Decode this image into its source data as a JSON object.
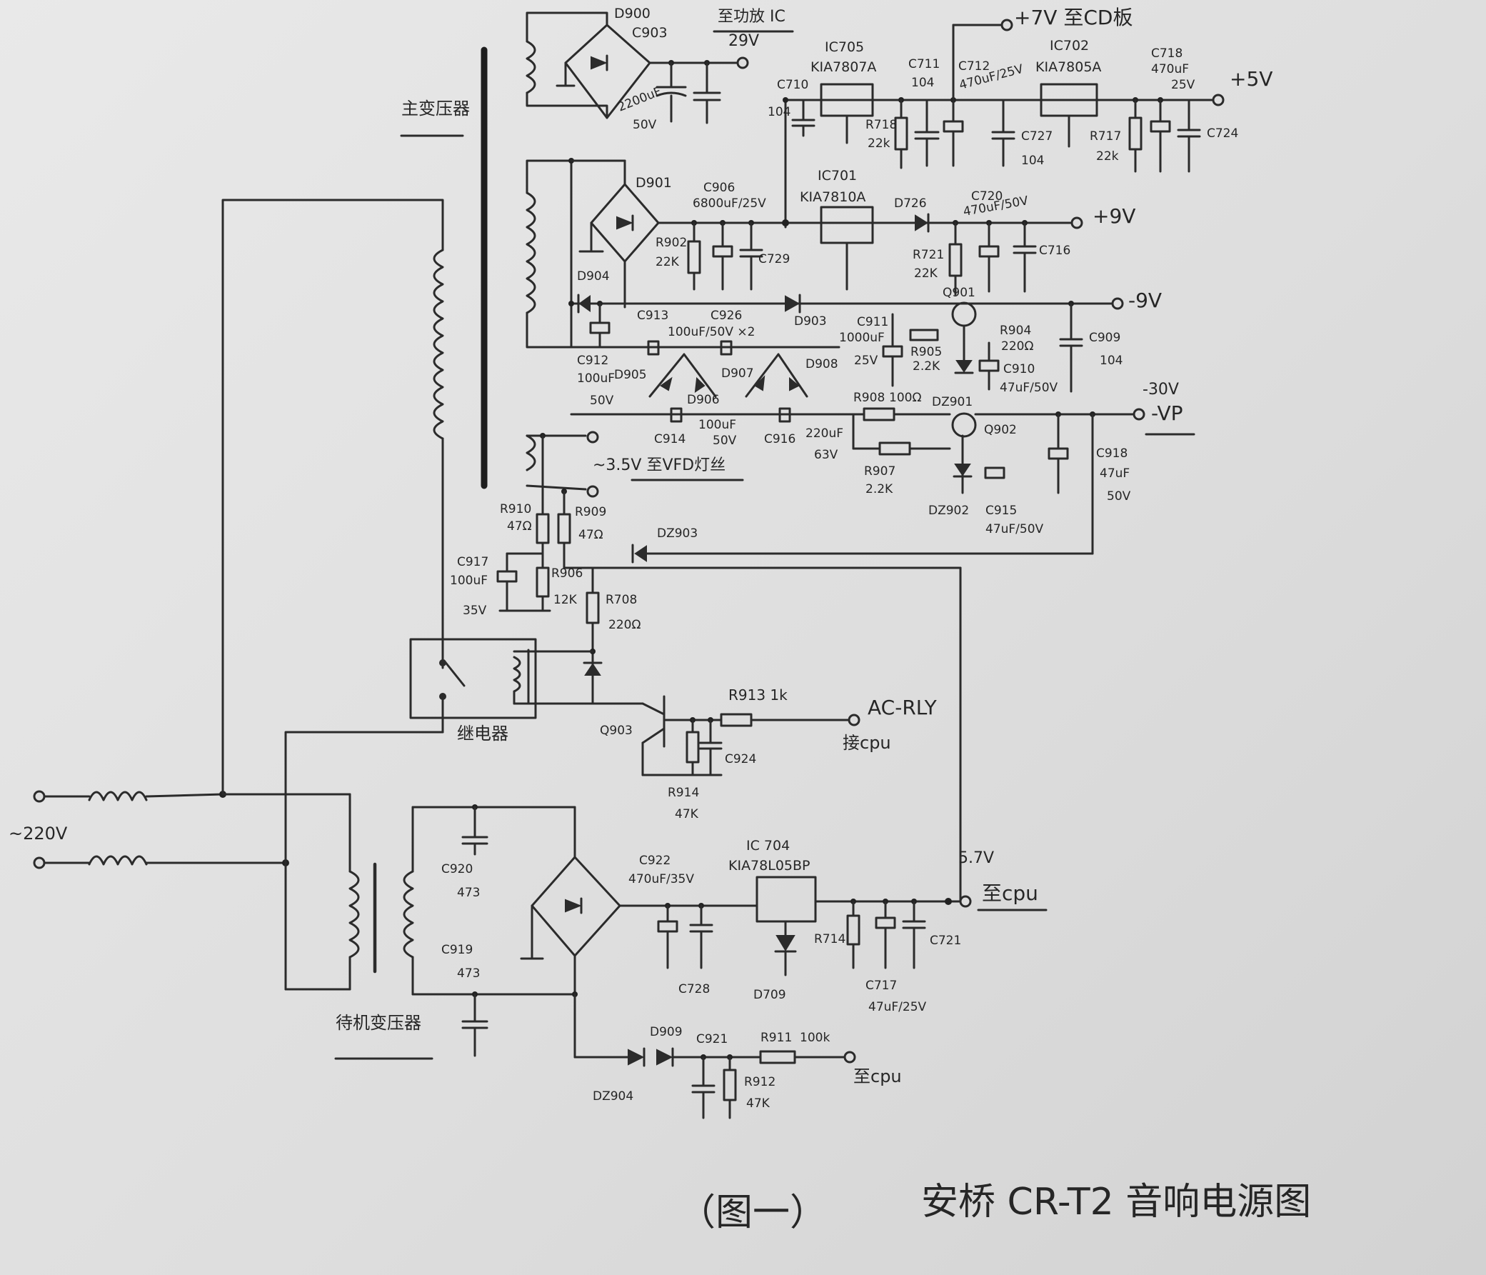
{
  "transformers": {
    "main": "主变压器",
    "standby": "待机变压器"
  },
  "relay": {
    "label": "继电器"
  },
  "input": {
    "ac": "~220V"
  },
  "outputs": {
    "amp_ic": {
      "line1": "至功放 IC",
      "line2": "29V"
    },
    "cd_board": "+7V 至CD板",
    "plus5": "+5V",
    "plus9": "+9V",
    "minus9": "-9V",
    "minus30": "-30V",
    "vp": "-VP",
    "vfd": "~3.5V 至VFD灯丝",
    "cpu_5v7": "5.7V",
    "to_cpu": "至cpu",
    "to_cpu2": "至cpu",
    "ac_rly": "AC-RLY",
    "ac_rly_src": "接cpu"
  },
  "components": {
    "D900": "D900",
    "C903": "C903",
    "C903_val1": "2200uF",
    "C903_val2": "50V",
    "C710": "C710",
    "C710_val": "104",
    "IC705": "IC705",
    "IC705_part": "KIA7807A",
    "C711": "C711",
    "C711_val": "104",
    "C712": "C712",
    "C712_val": "470uF/25V",
    "IC702": "IC702",
    "IC702_part": "KIA7805A",
    "C718": "C718",
    "C718_val1": "470uF",
    "C718_val2": "25V",
    "R718": "R718",
    "R718_val": "22k",
    "C727": "C727",
    "C727_val": "104",
    "R717": "R717",
    "R717_val": "22k",
    "C724": "C724",
    "D901": "D901",
    "C906": "C906",
    "C906_val": "6800uF/25V",
    "IC701": "IC701",
    "IC701_part": "KIA7810A",
    "D726": "D726",
    "C720": "C720",
    "C720_val": "470uF/50V",
    "R902": "R902",
    "R902_val": "22K",
    "C729": "C729",
    "R721": "R721",
    "R721_val": "22K",
    "C716": "C716",
    "D904": "D904",
    "D903": "D903",
    "Q901": "Q901",
    "C913": "C913",
    "C926": "C926",
    "C926_val": "100uF/50V ×2",
    "C911": "C911",
    "C911_val1": "1000uF",
    "C911_val2": "25V",
    "R904": "R904",
    "R904_val": "220Ω",
    "C909": "C909",
    "C909_val": "104",
    "C912": "C912",
    "C912_val1": "100uF",
    "C912_val2": "50V",
    "D905": "D905",
    "D906": "D906",
    "D907": "D907",
    "D908": "D908",
    "R905": "R905",
    "R905_val": "2.2K",
    "C910": "C910",
    "C910_val": "47uF/50V",
    "DZ901": "DZ901",
    "R908": "R908",
    "R908_val": "100Ω",
    "Q902": "Q902",
    "C914": "C914",
    "C9xx_val1": "100uF",
    "C9xx_val2": "50V",
    "C916": "C916",
    "C916_val1": "220uF",
    "C916_val2": "63V",
    "R907": "R907",
    "R907_val": "2.2K",
    "DZ902": "DZ902",
    "C915": "C915",
    "C915_val": "47uF/50V",
    "C918": "C918",
    "C918_val1": "47uF",
    "C918_val2": "50V",
    "R910": "R910",
    "R910_val": "47Ω",
    "R909": "R909",
    "R909_val": "47Ω",
    "DZ903": "DZ903",
    "C917": "C917",
    "C917_val1": "100uF",
    "C917_val2": "35V",
    "R906": "R906",
    "R906_val": "12K",
    "R708": "R708",
    "R708_val": "220Ω",
    "R913": "R913 1k",
    "Q903": "Q903",
    "C924": "C924",
    "R914": "R914",
    "R914_val": "47K",
    "C920": "C920",
    "C920_val": "473",
    "C919": "C919",
    "C919_val": "473",
    "C922": "C922",
    "C922_val": "470uF/35V",
    "IC704": "IC 704",
    "IC704_part": "KIA78L05BP",
    "R714": "R714",
    "C721": "C721",
    "C728": "C728",
    "D709": "D709",
    "C717": "C717",
    "C717_val": "47uF/25V",
    "D909": "D909",
    "C921": "C921",
    "R911": "R911",
    "R911_val": "100k",
    "R912": "R912",
    "R912_val": "47K",
    "DZ904": "DZ904"
  },
  "caption": {
    "figure": "（图一）",
    "title": "安桥 CR-T2 音响电源图"
  }
}
